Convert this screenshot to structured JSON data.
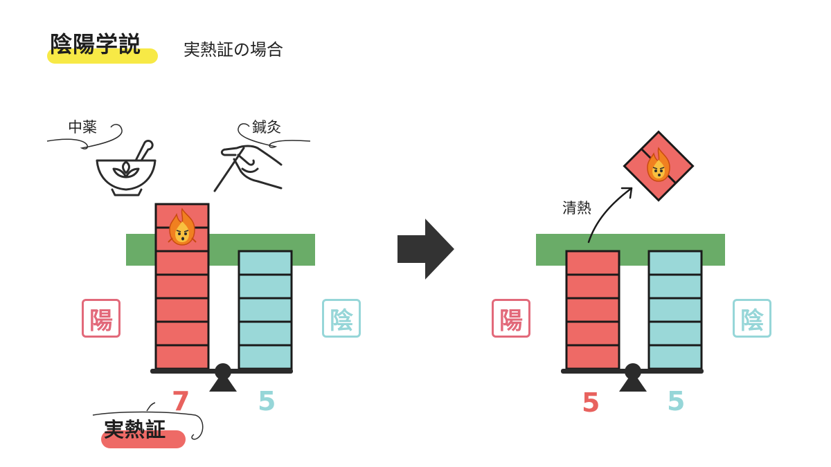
{
  "header": {
    "title": "陰陽学説",
    "subtitle": "実熱証の場合"
  },
  "left": {
    "herb_label": "中薬",
    "acu_label": "鍼灸",
    "yang_label": "陽",
    "yin_label": "陰",
    "yang_value": "7",
    "yin_value": "5",
    "diagnosis_label": "実熱証"
  },
  "right": {
    "action_label": "清熱",
    "yang_label": "陽",
    "yin_label": "陰",
    "yang_value": "5",
    "yin_value": "5"
  },
  "colors": {
    "yang": "#ee6a66",
    "yin": "#9ad8d8",
    "band": "#6aac68",
    "title_highlight": "#f7e946",
    "arrow": "#333333"
  },
  "icons": [
    "mortar-and-pestle-icon",
    "acupuncture-hand-icon",
    "fire-character-icon",
    "right-arrow-icon",
    "balance-fulcrum-icon"
  ]
}
